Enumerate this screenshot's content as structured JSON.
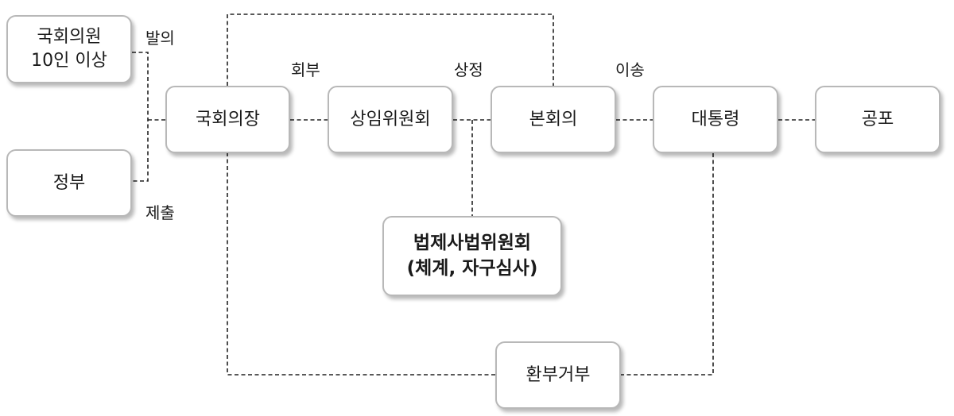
{
  "nodes": {
    "members": {
      "line1": "국회의원",
      "line2": "10인 이상"
    },
    "government": "정부",
    "speaker": "국회의장",
    "committee": "상임위원회",
    "plenary": "본회의",
    "president": "대통령",
    "promulgation": "공포",
    "judiciary": {
      "line1": "법제사법위원회",
      "line2": "(체계, 자구심사)"
    },
    "veto": "환부거부"
  },
  "edge_labels": {
    "propose": "발의",
    "submit": "제출",
    "refer": "회부",
    "present": "상정",
    "transfer": "이송"
  }
}
